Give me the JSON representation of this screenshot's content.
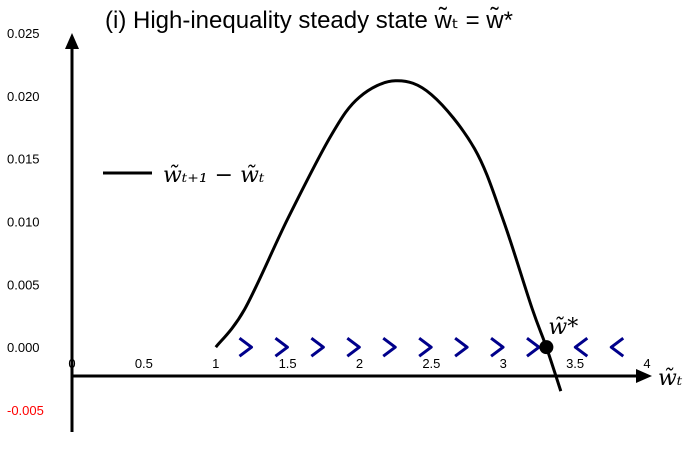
{
  "chart_data": {
    "type": "line",
    "title": "(i) High-inequality steady state w̃ₜ = w̃*",
    "xlabel": "w̃ₜ",
    "ylabel": "",
    "xlim": [
      0,
      4
    ],
    "ylim": [
      -0.005,
      0.025
    ],
    "xticks": [
      "0",
      "0.5",
      "1",
      "1.5",
      "2",
      "2.5",
      "3",
      "3.5",
      "4"
    ],
    "yticks": [
      "0.025",
      "0.020",
      "0.015",
      "0.010",
      "0.005",
      "0.000",
      "-0.005"
    ],
    "legend": {
      "entries": [
        "w̃ₜ₊₁ − w̃ₜ"
      ],
      "placement": "left"
    },
    "series": [
      {
        "name": "w̃ₜ₊₁ − w̃ₜ",
        "x": [
          1.0,
          1.2,
          1.5,
          1.8,
          2.0,
          2.25,
          2.5,
          2.8,
          3.0,
          3.2,
          3.3,
          3.4
        ],
        "y": [
          0.0,
          0.003,
          0.0102,
          0.0168,
          0.0199,
          0.0212,
          0.0201,
          0.0158,
          0.0101,
          0.0031,
          0.0,
          -0.0035
        ]
      }
    ],
    "steady_state": {
      "x": 3.3,
      "y": 0.0,
      "label": "w̃*"
    },
    "flow_arrows": {
      "right": [
        1.2,
        1.45,
        1.7,
        1.95,
        2.2,
        2.45,
        2.7,
        2.95,
        3.2
      ],
      "left": [
        3.55,
        3.8
      ]
    },
    "colors": {
      "curve": "#000000",
      "arrows": "#00008b",
      "negative_tick": "#ff0000"
    },
    "grid": false
  }
}
